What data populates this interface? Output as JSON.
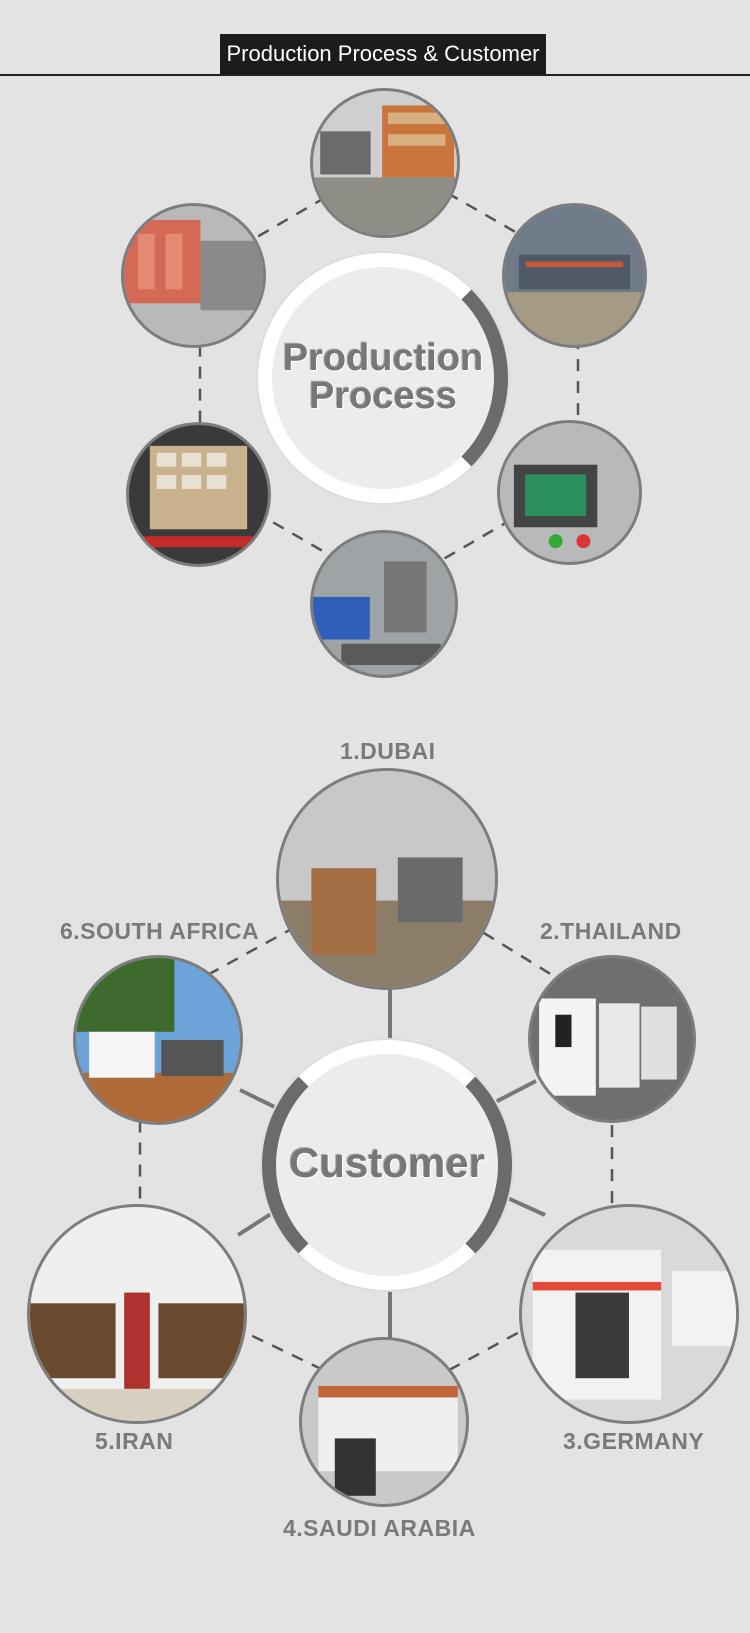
{
  "header": {
    "title": "Production Process & Customer"
  },
  "production": {
    "line1": "Production",
    "line2": "Process"
  },
  "customer": {
    "center": "Customer",
    "locations": [
      "1.DUBAI",
      "2.THAILAND",
      "3.GERMANY",
      "4.SAUDI ARABIA",
      "5.IRAN",
      "6.SOUTH AFRICA"
    ]
  },
  "colors": {
    "background": "#e3e3e3",
    "title_bar": "#1c1c1c",
    "label_gray": "#7a7a7a",
    "ring_dark": "#6b6b6b",
    "ring_light": "#ffffff"
  }
}
